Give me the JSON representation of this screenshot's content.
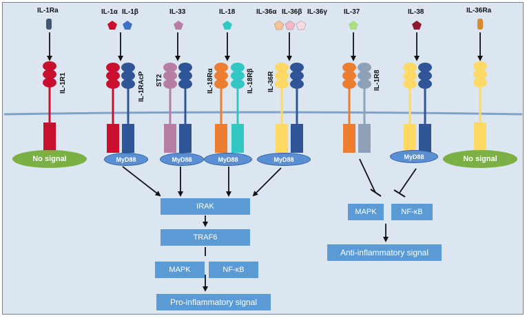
{
  "ligands": {
    "il1ra": "IL-1Ra",
    "il1a": "IL-1α",
    "il1b": "IL-1β",
    "il33": "IL-33",
    "il18": "IL-18",
    "il36a": "IL-36α",
    "il36b": "IL-36β",
    "il36g": "IL-36γ",
    "il37": "IL-37",
    "il38": "IL-38",
    "il36ra": "IL-36Ra"
  },
  "receptors": {
    "il1r1": "IL-1R1",
    "il1racp": "IL-1RAcP",
    "st2": "ST2",
    "il18ra": "IL-18Rα",
    "il18rb": "IL-18Rβ",
    "il36r": "IL-36R",
    "il1r8": "IL-1R8"
  },
  "adaptor": "MyD88",
  "no_signal": "No signal",
  "pathway": {
    "irak": "IRAK",
    "traf6": "TRAF6",
    "mapk": "MAPK",
    "nfkb": "NF-κB",
    "pro": "Pro-inflammatory signal",
    "anti": "Anti-inflammatory signal"
  }
}
